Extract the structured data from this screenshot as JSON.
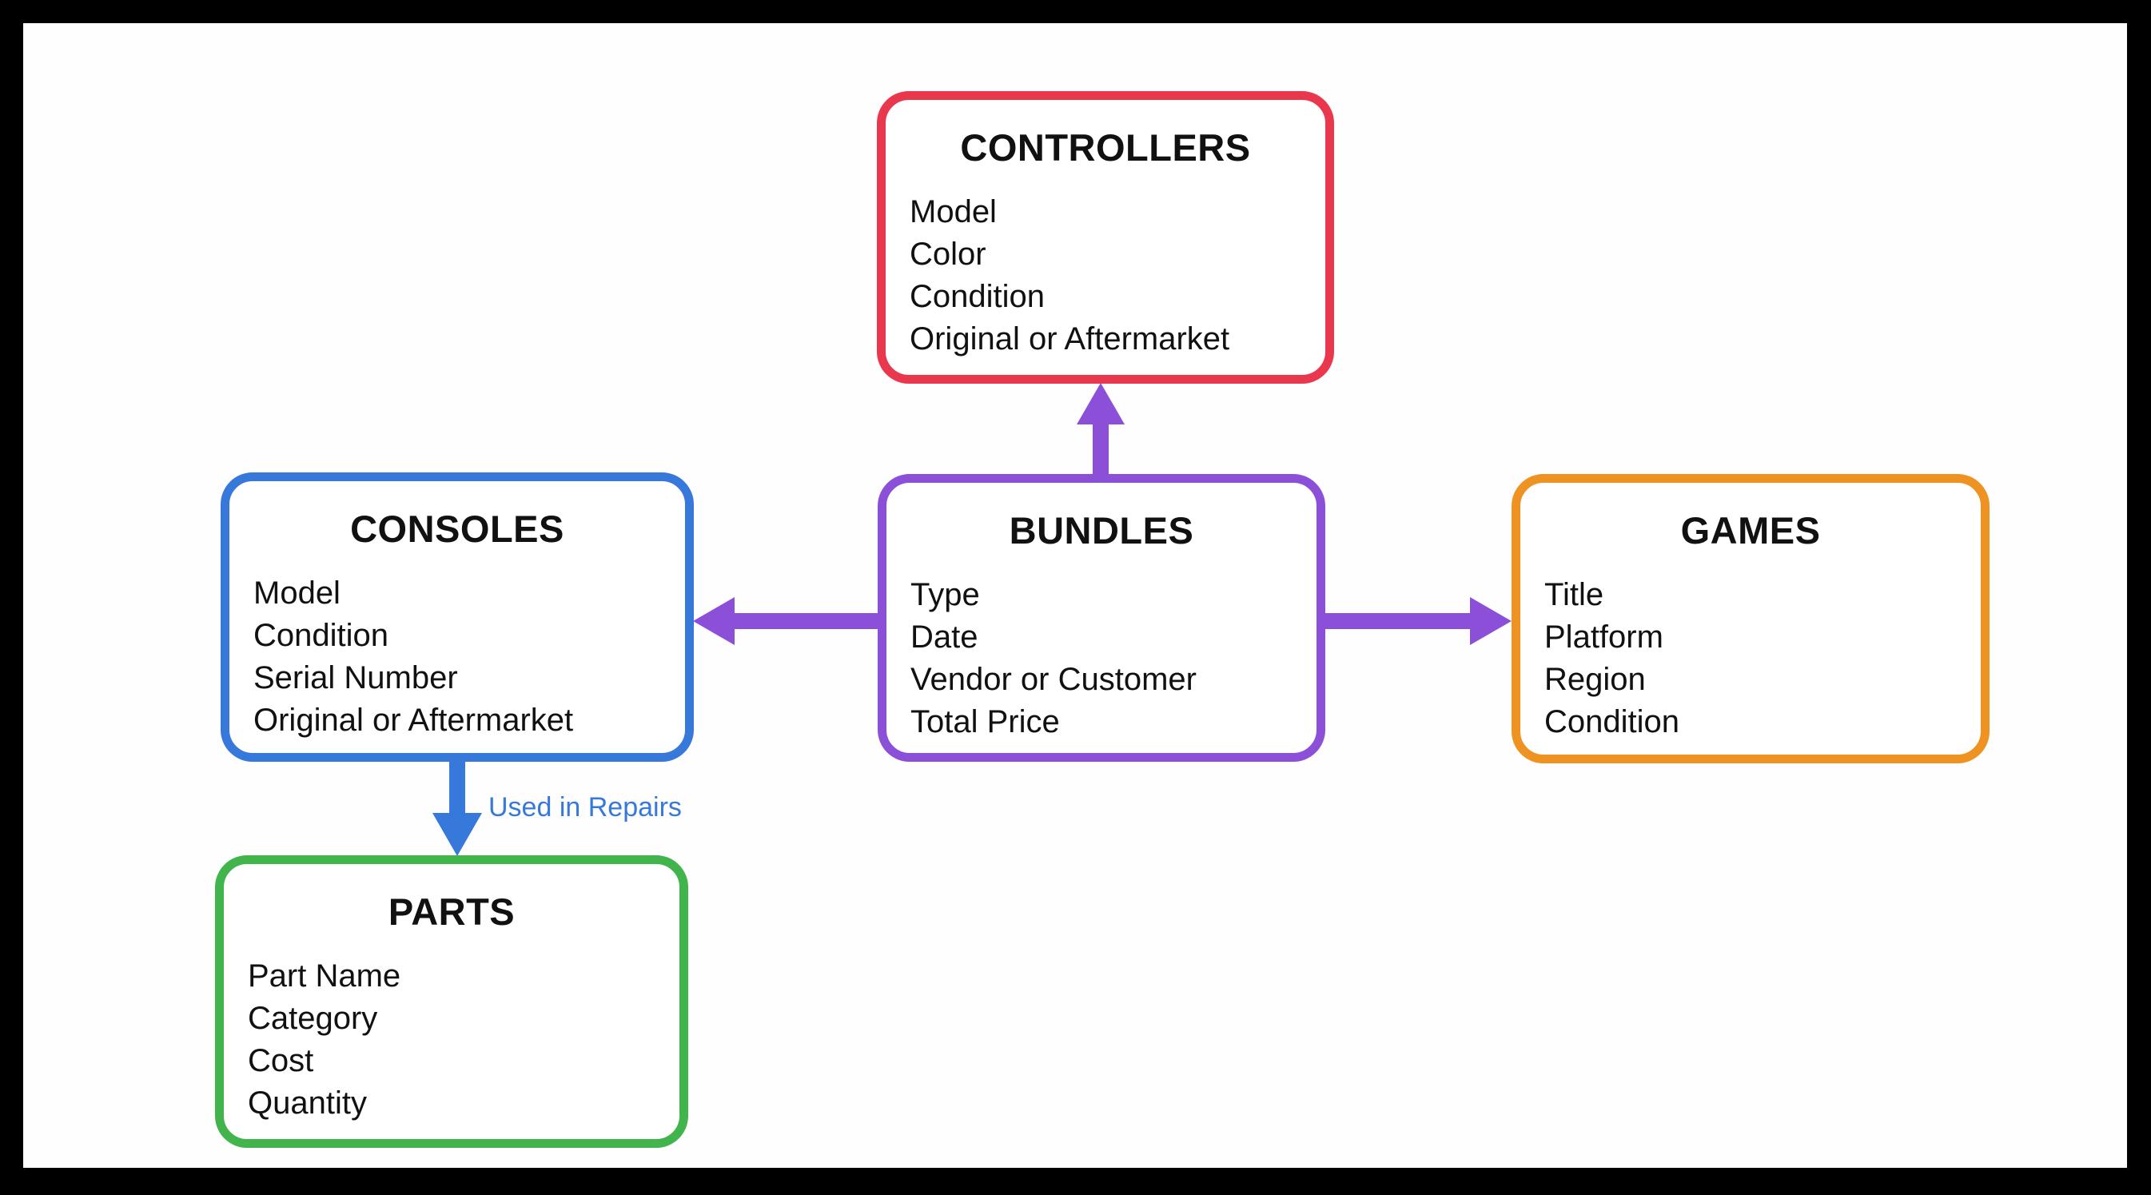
{
  "entities": [
    {
      "name": "CONTROLLERS",
      "color": "#E9384D",
      "fields": [
        "Model",
        "Color",
        "Condition",
        "Original or Aftermarket"
      ]
    },
    {
      "name": "CONSOLES",
      "color": "#3778DB",
      "fields": [
        "Model",
        "Condition",
        "Serial Number",
        "Original or Aftermarket"
      ]
    },
    {
      "name": "BUNDLES",
      "color": "#8C4FD8",
      "fields": [
        "Type",
        "Date",
        "Vendor or Customer",
        "Total Price"
      ]
    },
    {
      "name": "GAMES",
      "color": "#EE9322",
      "fields": [
        "Title",
        "Platform",
        "Region",
        "Condition"
      ]
    },
    {
      "name": "PARTS",
      "color": "#42B44C",
      "fields": [
        "Part Name",
        "Category",
        "Cost",
        "Quantity"
      ]
    }
  ],
  "connections": [
    {
      "from": "BUNDLES",
      "to": "CONTROLLERS",
      "direction": "up",
      "color": "#8C4FD8",
      "label": ""
    },
    {
      "from": "BUNDLES",
      "to": "CONSOLES",
      "direction": "left",
      "color": "#8C4FD8",
      "label": ""
    },
    {
      "from": "BUNDLES",
      "to": "GAMES",
      "direction": "right",
      "color": "#8C4FD8",
      "label": ""
    },
    {
      "from": "CONSOLES",
      "to": "PARTS",
      "direction": "down",
      "color": "#3778DB",
      "label": "Used in Repairs"
    }
  ],
  "palette": {
    "frame": "#000000",
    "canvas": "#fefefe",
    "text": "#111111",
    "red": "#E9384D",
    "blue": "#3778DB",
    "purple": "#8C4FD8",
    "orange": "#EE9322",
    "green": "#42B44C"
  }
}
